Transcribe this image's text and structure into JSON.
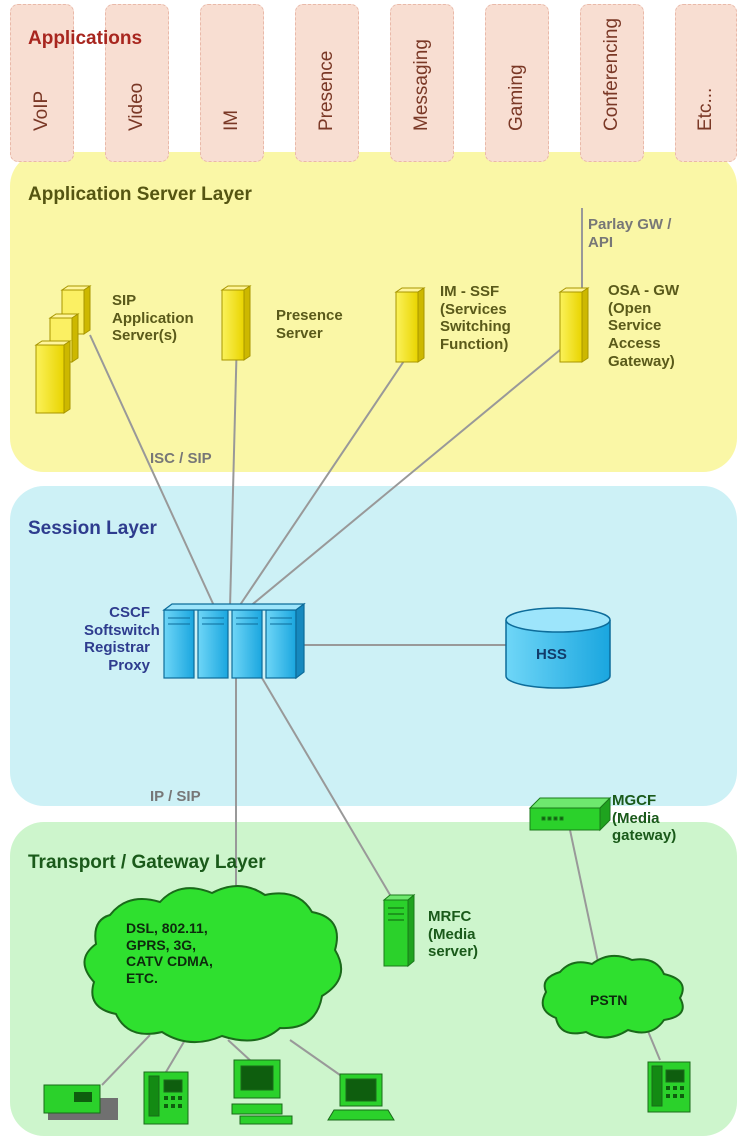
{
  "applications": {
    "title": "Applications",
    "columns": [
      "VoIP",
      "Video",
      "IM",
      "Presence",
      "Messaging",
      "Gaming",
      "Conferencing",
      "Etc..."
    ]
  },
  "app_server_layer": {
    "title": "Application Server Layer",
    "sip_server": "SIP\nApplication\nServer(s)",
    "presence_server": "Presence\nServer",
    "im_ssf": "IM - SSF\n(Services\nSwitching\nFunction)",
    "parlay": "Parlay GW /\nAPI",
    "osa_gw": "OSA - GW\n(Open\nService\nAccess\nGateway)",
    "isc_sip": "ISC / SIP"
  },
  "session_layer": {
    "title": "Session Layer",
    "cscf": "CSCF\nSoftswitch\nRegistrar\nProxy",
    "hss": "HSS"
  },
  "transport_layer": {
    "title": "Transport / Gateway Layer",
    "ip_sip": "IP / SIP",
    "mgcf": "MGCF\n(Media\ngateway)",
    "mrfc": "MRFC\n(Media\nserver)",
    "access_cloud": "DSL, 802.11,\nGPRS, 3G,\nCATV CDMA,\nETC.",
    "pstn": "PSTN"
  },
  "colors": {
    "app_layer": "#faf7a6",
    "session_layer": "#cdf1f6",
    "transport_layer": "#cdf5cc",
    "app_title": "#a8261f",
    "app_server_title": "#555512",
    "session_title": "#2e3c8e",
    "transport_title": "#1a5a1a",
    "server_yellow": "#f7e816",
    "server_blue": "#29b7ec",
    "device_green": "#2bd12b"
  }
}
